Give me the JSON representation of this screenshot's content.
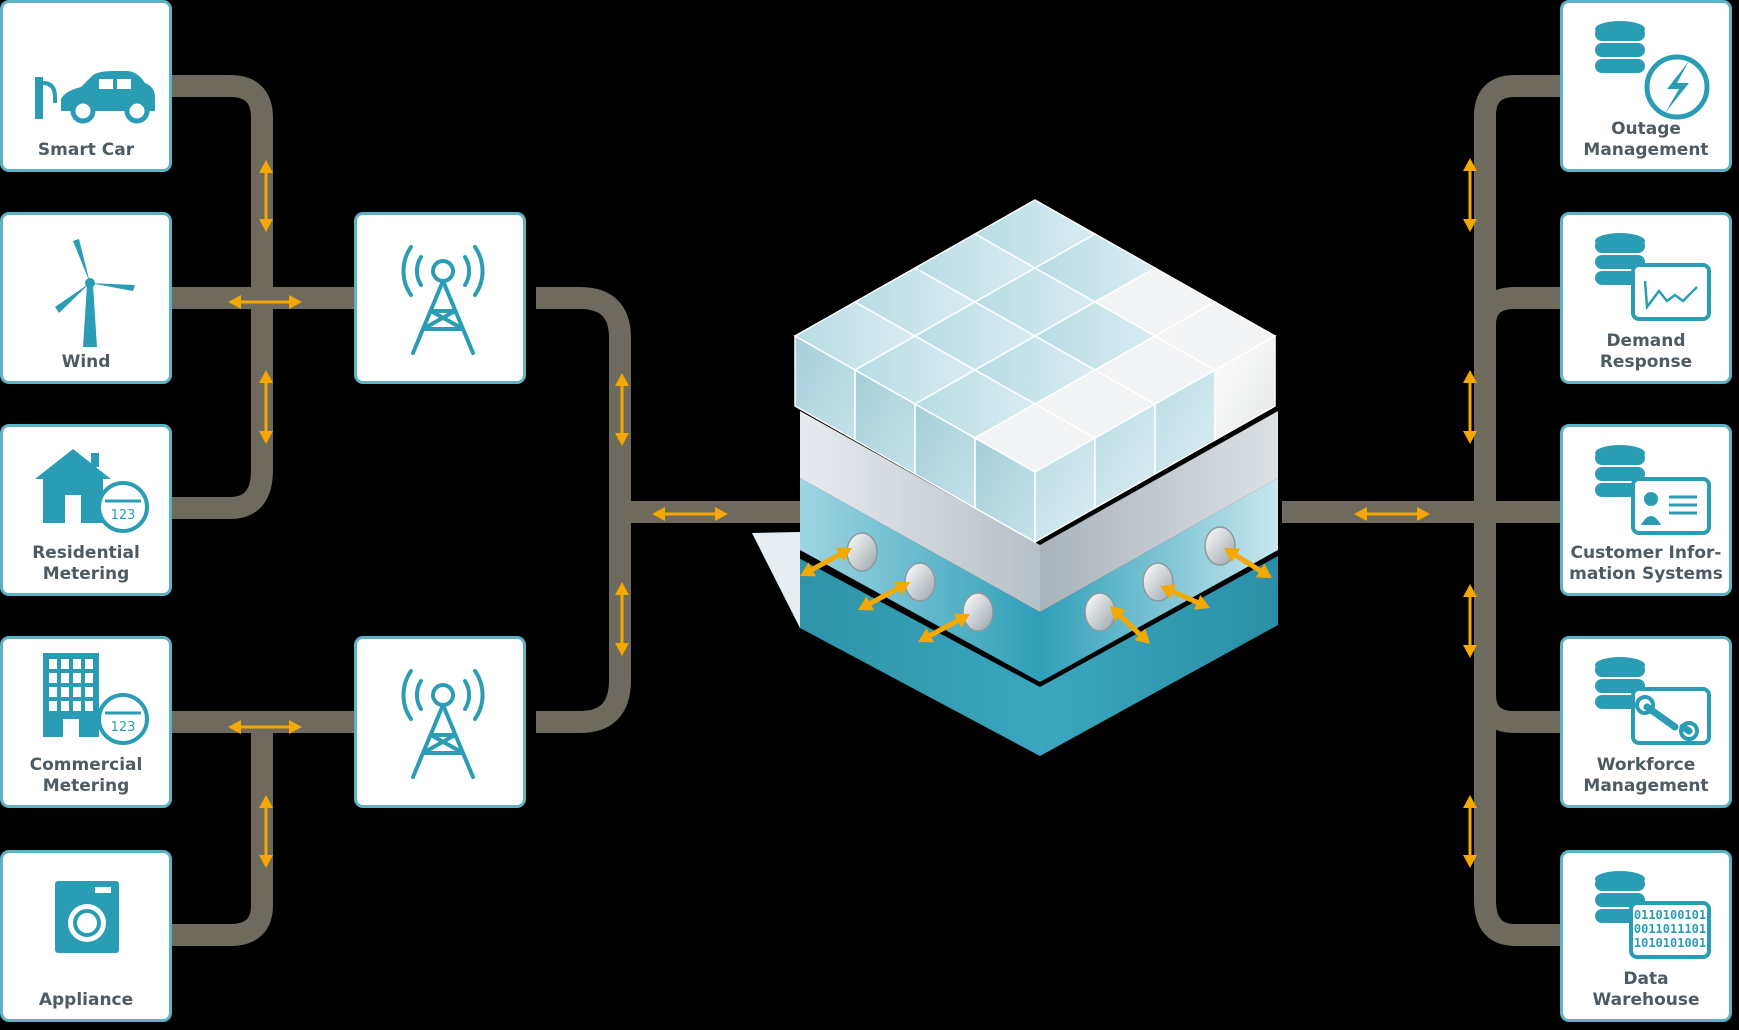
{
  "left_devices": [
    {
      "id": "smart-car",
      "label": "Smart Car",
      "icon": "ev-charging-car-icon"
    },
    {
      "id": "wind",
      "label": "Wind",
      "icon": "wind-turbine-icon"
    },
    {
      "id": "residential-metering",
      "label": "Residential\nMetering",
      "icon": "house-meter-icon",
      "meter": "123"
    },
    {
      "id": "commercial-metering",
      "label": "Commercial\nMetering",
      "icon": "office-meter-icon",
      "meter": "123"
    },
    {
      "id": "appliance",
      "label": "Appliance",
      "icon": "washing-machine-icon"
    }
  ],
  "towers": [
    {
      "id": "tower-top",
      "icon": "radio-tower-icon"
    },
    {
      "id": "tower-bottom",
      "icon": "radio-tower-icon"
    }
  ],
  "right_systems": [
    {
      "id": "outage-management",
      "label": "Outage\nManagement",
      "icon": "database-lightning-icon"
    },
    {
      "id": "demand-response",
      "label": "Demand\nResponse",
      "icon": "database-chart-icon"
    },
    {
      "id": "customer-information-systems",
      "label": "Customer Infor-\nmation Systems",
      "icon": "database-id-card-icon"
    },
    {
      "id": "workforce-management",
      "label": "Workforce\nManagement",
      "icon": "database-wrench-icon"
    },
    {
      "id": "data-warehouse",
      "label": "Data Warehouse",
      "icon": "database-binary-icon",
      "binary": [
        "0110100101",
        "0011011101",
        "1010101001"
      ]
    }
  ],
  "colors": {
    "accent": "#2a9db5",
    "card_border": "#5db3c6",
    "label": "#4f5b63",
    "pipe": "#6e6a5e",
    "arrow": "#f5a800",
    "background": "#000000"
  }
}
